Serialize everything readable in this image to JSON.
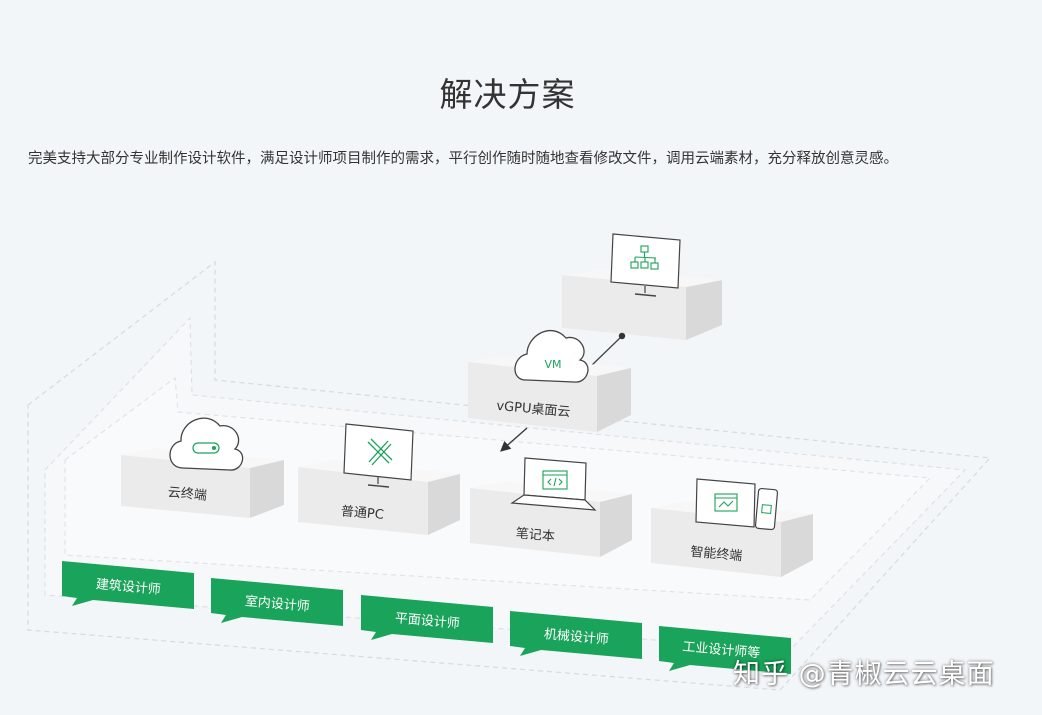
{
  "heading": {
    "title": "解决方案",
    "description": "完美支持大部分专业制作设计软件，满足设计师项目制作的需求，平行创作随时随地查看修改文件，调用云端素材，充分释放创意灵感。"
  },
  "nodes": {
    "server_label": "",
    "vm_text": "VM",
    "vgpu_label": "vGPU桌面云",
    "cloud_terminal": "云终端",
    "pc": "普通PC",
    "laptop": "笔记本",
    "smart_terminal": "智能终端"
  },
  "categories": [
    "建筑设计师",
    "室内设计师",
    "平面设计师",
    "机械设计师",
    "工业设计师等"
  ],
  "watermark": "知乎 @青椒云云桌面",
  "colors": {
    "accent": "#1aa35a",
    "platform_top": "#f4f4f4",
    "platform_side": "#d9d9d9",
    "text": "#333333"
  },
  "icons": [
    "flowchart-icon",
    "vm-cloud-icon",
    "cloud-drive-icon",
    "design-tools-icon",
    "code-icon",
    "chart-icon",
    "phone-icon"
  ]
}
